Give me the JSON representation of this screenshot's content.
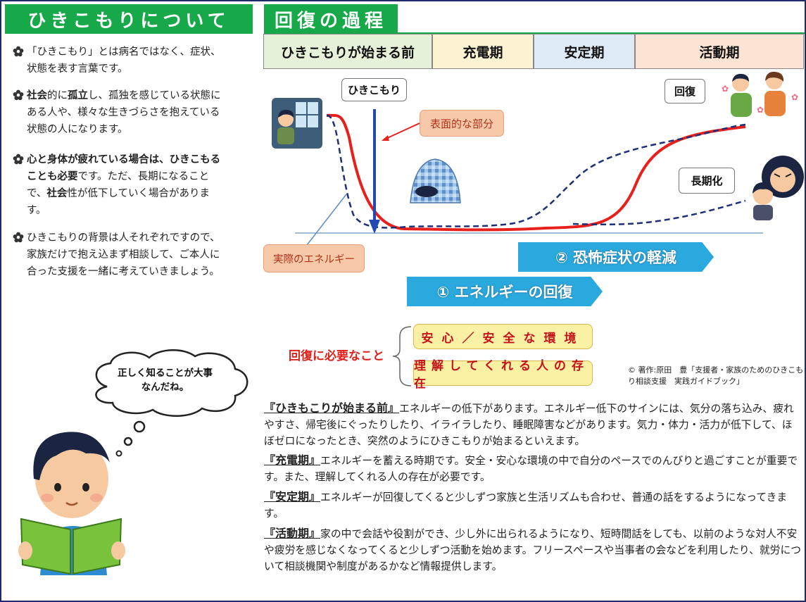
{
  "left": {
    "title": "ひきこもりについて",
    "bullets": [
      {
        "parts": [
          {
            "t": "「ひきこもり」とは病名ではなく、症状、状態を表す言葉です。",
            "b": false
          }
        ]
      },
      {
        "parts": [
          {
            "t": "社会",
            "b": true
          },
          {
            "t": "的に",
            "b": false
          },
          {
            "t": "孤立",
            "b": true
          },
          {
            "t": "し、孤独を感じている状態にある人や、様々な生きづらさを抱えている状態の人になります。",
            "b": false
          }
        ]
      },
      {
        "parts": [
          {
            "t": "心と身体が疲れている場合は、ひきこもることも必要",
            "b": true
          },
          {
            "t": "です。ただ、長期になることで、",
            "b": false
          },
          {
            "t": "社会",
            "b": true
          },
          {
            "t": "性が低下していく場合があります。",
            "b": false
          }
        ]
      },
      {
        "parts": [
          {
            "t": "ひきこもりの背景は人それぞれですので、家族だけで抱え込まず相談して、ご本人に合った支援を一緒に考えていきましょう。",
            "b": false
          }
        ]
      }
    ],
    "thought": "正しく知ることが大事なんだね。"
  },
  "right": {
    "title": "回復の過程",
    "phases": [
      "ひきこもりが始まる前",
      "充電期",
      "安定期",
      "活動期"
    ],
    "phase_colors": [
      "#e6f1da",
      "#fdf2d2",
      "#deebf7",
      "#fce4d4"
    ],
    "labels": {
      "hikikomori": "ひきこもり",
      "surface": "表面的な部分",
      "actual": "実際のエネルギー",
      "recovery": "回復",
      "prolonged": "長期化"
    },
    "arrows": {
      "fear": "② 恐怖症状の軽減",
      "energy": "① エネルギーの回復"
    },
    "needed_label": "回復に必要なこと",
    "conditions": [
      "安心／安全な環境",
      "理解してくれる人の存在"
    ],
    "copyright": "© 著作:原田　豊「支援者・家族のためのひきこもり相談支援　実践ガイドブック」"
  },
  "sections": [
    {
      "title": "『ひきもこりが始まる前』",
      "text": "エネルギーの低下があります。エネルギー低下のサインには、気分の落ち込み、疲れやすさ、帰宅後にぐったりしたり、イライラしたり、睡眠障害などがあります。気力・体力・活力が低下して、ほぼゼロになったとき、突然のようにひきこもりが始まるといえます。"
    },
    {
      "title": "『充電期』",
      "text": "エネルギーを蓄える時期です。安全・安心な環境の中で自分のペースでのんびりと過ごすことが重要です。また、理解してくれる人の存在が必要です。"
    },
    {
      "title": "『安定期』",
      "text": "エネルギーが回復してくると少しずつ家族と生活リズムも合わせ、普通の話をするようになってきます。"
    },
    {
      "title": "『活動期』",
      "text": "家の中で会話や役割ができ、少し外に出られるようになり、短時間話をしても、以前のような対人不安や疲労を感じなくなってくると少しずつ活動を始めます。フリースペースや当事者の会などを利用したり、就労について相談機関や制度があるかなど情報提供します。"
    }
  ],
  "colors": {
    "header_green": "#17a84a",
    "red_curve": "#e8201c",
    "dashed_curve": "#1e2f7a",
    "arrow_blue": "#2aa9df"
  }
}
